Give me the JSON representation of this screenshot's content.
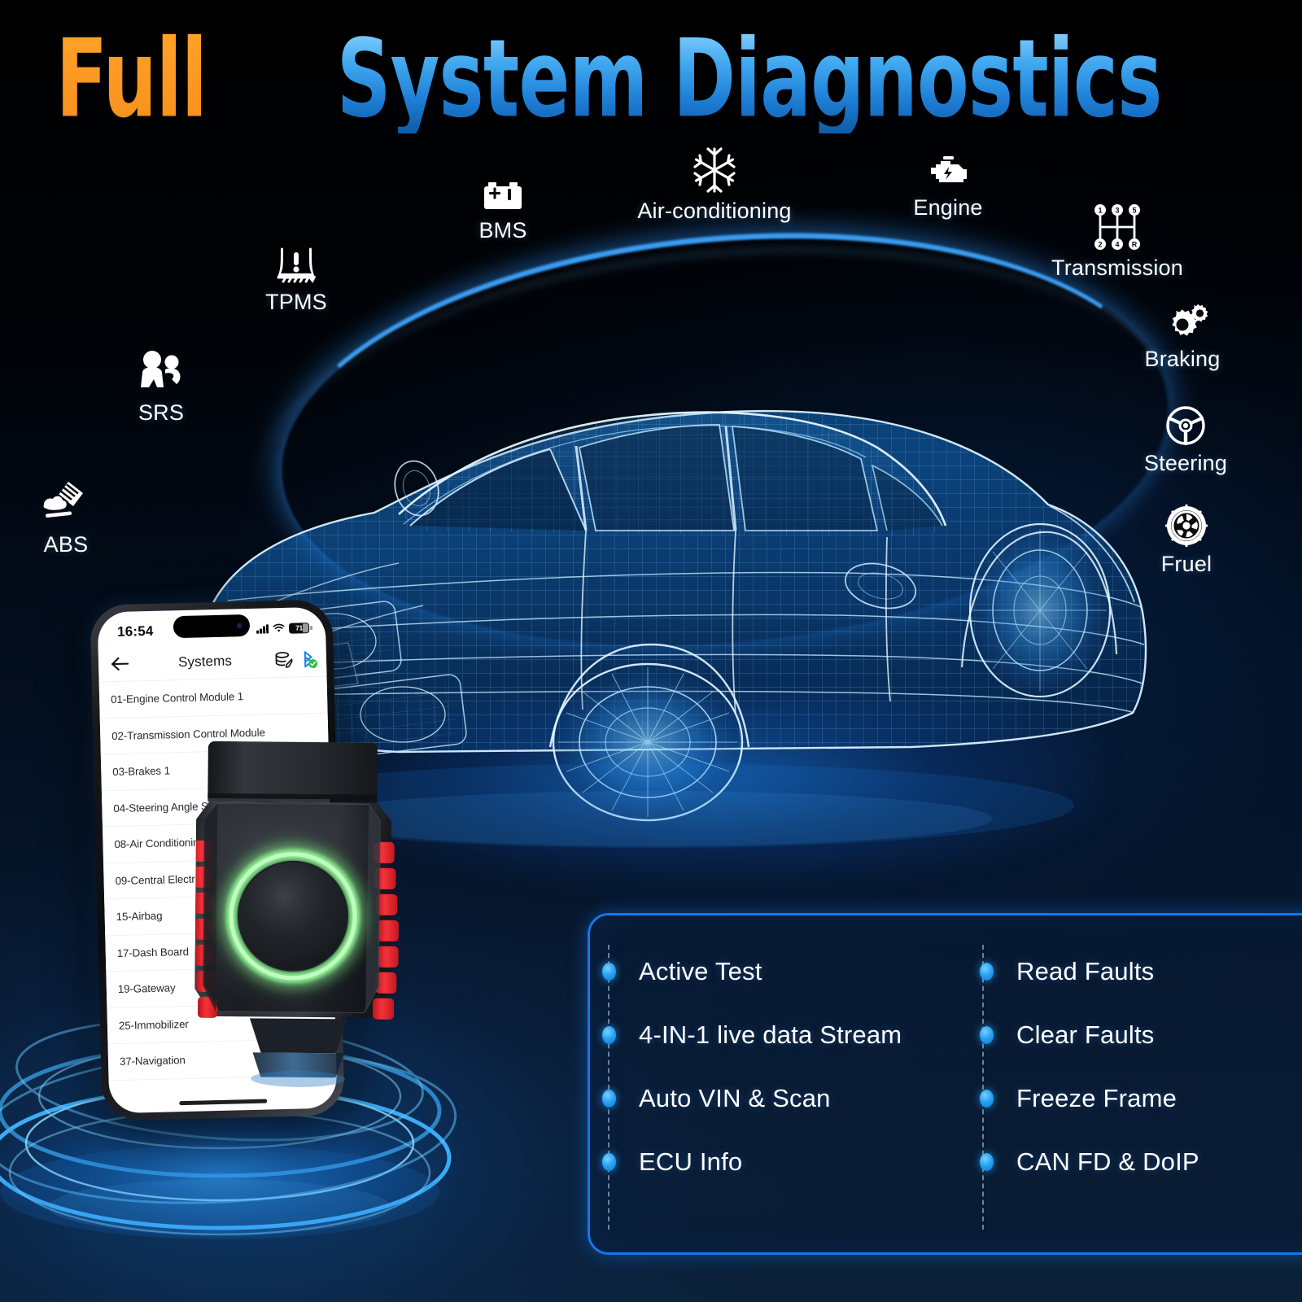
{
  "title": {
    "word1": "Full",
    "word2": "System Diagnostics",
    "color_orange": "#F58A1F",
    "color_blue": "#2E9BE8"
  },
  "systems": [
    {
      "label": "BMS",
      "icon": "battery-icon"
    },
    {
      "label": "Air-conditioning",
      "icon": "snowflake-icon"
    },
    {
      "label": "Engine",
      "icon": "check-engine-icon"
    },
    {
      "label": "Transmission",
      "icon": "gear-shift-pattern-icon"
    },
    {
      "label": "Braking",
      "icon": "gears-icon"
    },
    {
      "label": "Steering",
      "icon": "steering-wheel-icon"
    },
    {
      "label": "Fruel",
      "icon": "tire-wheel-icon"
    },
    {
      "label": "TPMS",
      "icon": "tire-pressure-warning-icon"
    },
    {
      "label": "SRS",
      "icon": "airbag-icon"
    },
    {
      "label": "ABS",
      "icon": "abs-brake-icon"
    }
  ],
  "gear_pattern": {
    "top": [
      "1",
      "3",
      "5"
    ],
    "bottom": [
      "2",
      "4",
      "R"
    ]
  },
  "phone": {
    "status": {
      "time": "16:54",
      "battery": "71"
    },
    "nav": {
      "title": "Systems",
      "back_icon": "back-arrow-icon",
      "record_icon": "database-edit-icon",
      "bluetooth_icon": "bluetooth-connected-icon"
    },
    "list": [
      "01-Engine Control Module 1",
      "02-Transmission Control Module",
      "03-Brakes 1",
      "04-Steering Angle Ser",
      "08-Air Conditioning",
      "09-Central Electric",
      "15-Airbag",
      "17-Dash Board",
      "19-Gateway",
      "25-Immobilizer",
      "37-Navigation"
    ]
  },
  "device": {
    "name": "obd2-bluetooth-dongle",
    "body_color": "#2a2d32",
    "grip_color": "#E8242B",
    "led_color": "#7BE87F"
  },
  "features": {
    "border_color": "#1478E8",
    "dot_color": "#28A3F5",
    "left_column": [
      "Active Test",
      "4-IN-1 live data Stream",
      "Auto VIN & Scan",
      "ECU Info"
    ],
    "right_column": [
      "Read Faults",
      "Clear Faults",
      "Freeze Frame",
      "CAN FD & DoIP"
    ]
  }
}
